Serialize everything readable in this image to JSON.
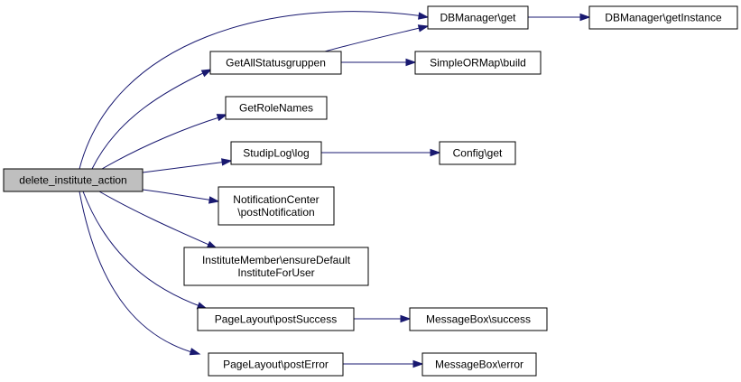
{
  "diagram": {
    "type": "call-graph",
    "colors": {
      "edge": "#191970",
      "root_fill": "#bfbfbf",
      "node_fill": "#ffffff",
      "node_border": "#000000"
    },
    "nodes": [
      {
        "id": "n0",
        "lines": [
          "delete_institute_action"
        ],
        "root": true
      },
      {
        "id": "n1",
        "lines": [
          "DBManager\\get"
        ]
      },
      {
        "id": "n2",
        "lines": [
          "DBManager\\getInstance"
        ]
      },
      {
        "id": "n3",
        "lines": [
          "GetAllStatusgruppen"
        ]
      },
      {
        "id": "n4",
        "lines": [
          "SimpleORMap\\build"
        ]
      },
      {
        "id": "n5",
        "lines": [
          "GetRoleNames"
        ]
      },
      {
        "id": "n6",
        "lines": [
          "StudipLog\\log"
        ]
      },
      {
        "id": "n7",
        "lines": [
          "Config\\get"
        ]
      },
      {
        "id": "n8",
        "lines": [
          "NotificationCenter",
          "\\postNotification"
        ]
      },
      {
        "id": "n9",
        "lines": [
          "InstituteMember\\ensureDefault",
          "InstituteForUser"
        ]
      },
      {
        "id": "n10",
        "lines": [
          "PageLayout\\postSuccess"
        ]
      },
      {
        "id": "n11",
        "lines": [
          "MessageBox\\success"
        ]
      },
      {
        "id": "n12",
        "lines": [
          "PageLayout\\postError"
        ]
      },
      {
        "id": "n13",
        "lines": [
          "MessageBox\\error"
        ]
      }
    ],
    "edges": [
      {
        "from": "n0",
        "to": "n1"
      },
      {
        "from": "n0",
        "to": "n3"
      },
      {
        "from": "n0",
        "to": "n5"
      },
      {
        "from": "n0",
        "to": "n6"
      },
      {
        "from": "n0",
        "to": "n8"
      },
      {
        "from": "n0",
        "to": "n9"
      },
      {
        "from": "n0",
        "to": "n10"
      },
      {
        "from": "n0",
        "to": "n12"
      },
      {
        "from": "n1",
        "to": "n2"
      },
      {
        "from": "n3",
        "to": "n1"
      },
      {
        "from": "n3",
        "to": "n4"
      },
      {
        "from": "n6",
        "to": "n7"
      },
      {
        "from": "n10",
        "to": "n11"
      },
      {
        "from": "n12",
        "to": "n13"
      }
    ]
  }
}
